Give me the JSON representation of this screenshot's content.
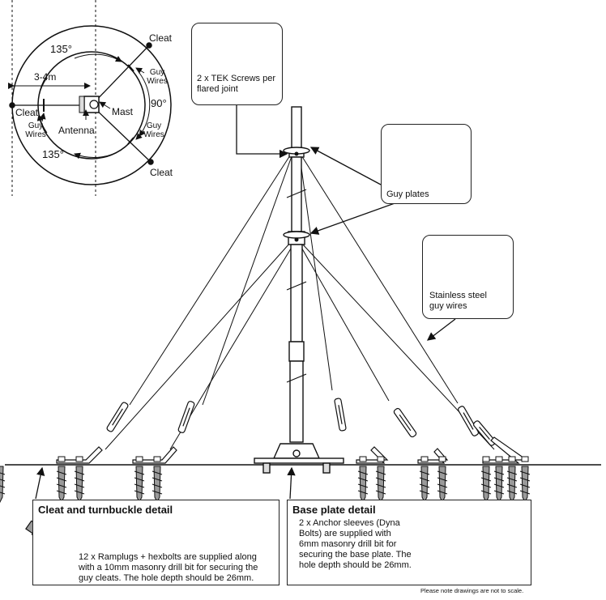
{
  "plan_view": {
    "cleat_top": "Cleat",
    "cleat_left": "Cleat",
    "cleat_bottom": "Cleat",
    "angle_top": "135°",
    "angle_bottom": "135°",
    "angle_right": "90°",
    "distance": "3-4m",
    "guy_wires_upper": "Guy Wires",
    "guy_wires_lower": "Guy Wires",
    "guy_wires_left": "Guy Wires",
    "antenna": "Antenna",
    "mast": "Mast"
  },
  "callouts": {
    "tek_screws": "2 x TEK Screws per flared joint",
    "guy_plates": "Guy plates",
    "guy_wires": "Stainless steel guy wires"
  },
  "cleat_panel": {
    "title": "Cleat and turnbuckle detail",
    "text": "12 x Ramplugs + hexbolts are supplied along with a 10mm masonry drill bit for securing the guy cleats. The hole depth should be 26mm."
  },
  "base_panel": {
    "title": "Base plate detail",
    "text": "2 x Anchor sleeves (Dyna Bolts) are supplied with 6mm masonry drill bit for securing the base plate. The hole depth should be 26mm."
  },
  "footnote": "Please note drawings are not to scale.",
  "colors": {
    "line": "#222222",
    "fill": "#ffffff",
    "shade": "#cfcfcf"
  }
}
